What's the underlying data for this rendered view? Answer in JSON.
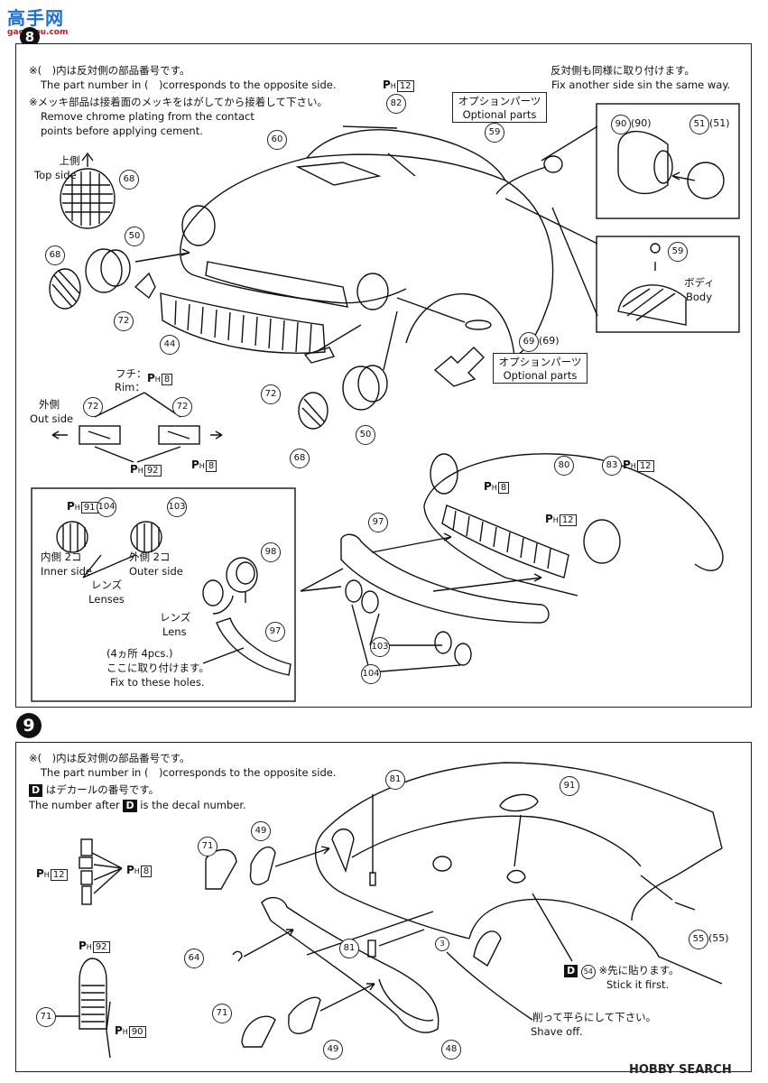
{
  "watermark_top": {
    "cn": "高手网",
    "url": "gaoshou.com"
  },
  "watermark_bottom": {
    "logo": "HOBBY",
    "word": "SEARCH"
  },
  "step8": {
    "note1_jp": "※(　)内は反対側の部品番号です。",
    "note1_en": "The part number in (　)corresponds to the opposite side.",
    "note2_jp": "※メッキ部品は接着面のメッキをはがしてから接着して下さい。",
    "note2_en1": "Remove chrome plating from the contact",
    "note2_en2": "points before applying cement.",
    "top_side_jp": "上側",
    "top_side_en": "Top side",
    "option1_jp": "オプションパーツ",
    "option1_en": "Optional parts",
    "option2_jp": "オプションパーツ",
    "option2_en": "Optional parts",
    "fix_jp": "反対側も同様に取り付けます。",
    "fix_en": "Fix another side sin the same way.",
    "body_jp": "ボディ",
    "body_en": "Body",
    "rim_jp": "フチ：",
    "rim_en": "Rim：",
    "outside_jp": "外側",
    "outside_en": "Out side",
    "inner_jp": "内側 2コ",
    "inner_en": "Inner side",
    "outer_jp": "外側 2コ",
    "outer_en": "Outer side",
    "lenses_jp": "レンズ",
    "lenses_en": "Lenses",
    "lens_jp": "レンズ",
    "lens_en": "Lens",
    "holes_pcs": "(4ヵ所 4pcs.)",
    "holes_jp": "ここに取り付けます。",
    "holes_en": "Fix to these holes.",
    "parts": {
      "p82": "82",
      "p60": "60",
      "p68a": "68",
      "p50a": "50",
      "p68b": "68",
      "p72a": "72",
      "p44": "44",
      "p59a": "59",
      "p90": "90",
      "p90o": "(90)",
      "p51": "51",
      "p51o": "(51)",
      "p59b": "59",
      "p69": "69",
      "p69o": "(69)",
      "p72b": "72",
      "p68c": "68",
      "p50b": "50",
      "p72c": "72",
      "p72d": "72",
      "p80": "80",
      "p83": "83",
      "p97a": "97",
      "p98": "98",
      "p97b": "97",
      "p104a": "104",
      "p103a": "103",
      "p103b": "103",
      "p104b": "104"
    },
    "paint": {
      "ph12a": "12",
      "ph8a": "8",
      "ph92": "92",
      "ph8b": "8",
      "ph91": "91",
      "ph8c": "8",
      "ph12b": "12",
      "ph12c": "12"
    }
  },
  "step9": {
    "number": "9",
    "note1_jp": "※(　)内は反対側の部品番号です。",
    "note1_en": "The part number in (　)corresponds to the opposite side.",
    "decal_jp": "はデカールの番号です。",
    "decal_en_a": "The number after",
    "decal_en_b": "is the decal number.",
    "decal_letter": "D",
    "stick_jp": "※先に貼ります。",
    "stick_en": "Stick it first.",
    "shave_jp": "削って平らにして下さい。",
    "shave_en": "Shave off.",
    "decal_no": "54",
    "parts": {
      "p71a": "71",
      "p49a": "49",
      "p81a": "81",
      "p91": "91",
      "p64": "64",
      "p81b": "81",
      "p3": "3",
      "p55": "55",
      "p55o": "(55)",
      "p71b": "71",
      "p49b": "49",
      "p48": "48",
      "p71c": "71"
    },
    "paint": {
      "ph12": "12",
      "ph8": "8",
      "ph92": "92",
      "ph90": "90"
    }
  }
}
